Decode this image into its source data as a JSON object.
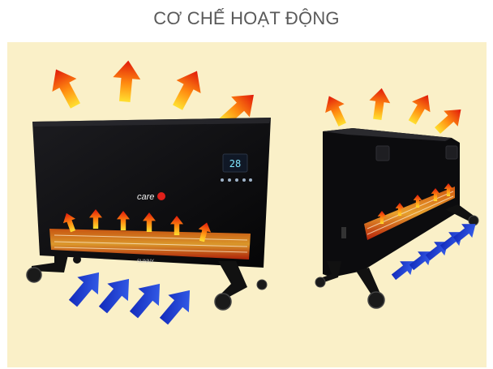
{
  "page": {
    "title": "CƠ CHẾ HOẠT ĐỘNG"
  },
  "heater_front": {
    "brand_logo_text": "care",
    "display_readout": "28",
    "model_label": "SUNNY"
  },
  "colors": {
    "background": "#faf0c8",
    "title": "#5a5a5a",
    "heater_body": "#0d0d0f",
    "hot_arrow": "#e8260c",
    "hot_arrow_core": "#ffd020",
    "cold_arrow": "#1f3fd8",
    "display_digits": "#7fe7ff"
  },
  "icons": {
    "hot_air": "up-arrow-red-orange",
    "cold_air": "diagonal-arrow-blue"
  }
}
